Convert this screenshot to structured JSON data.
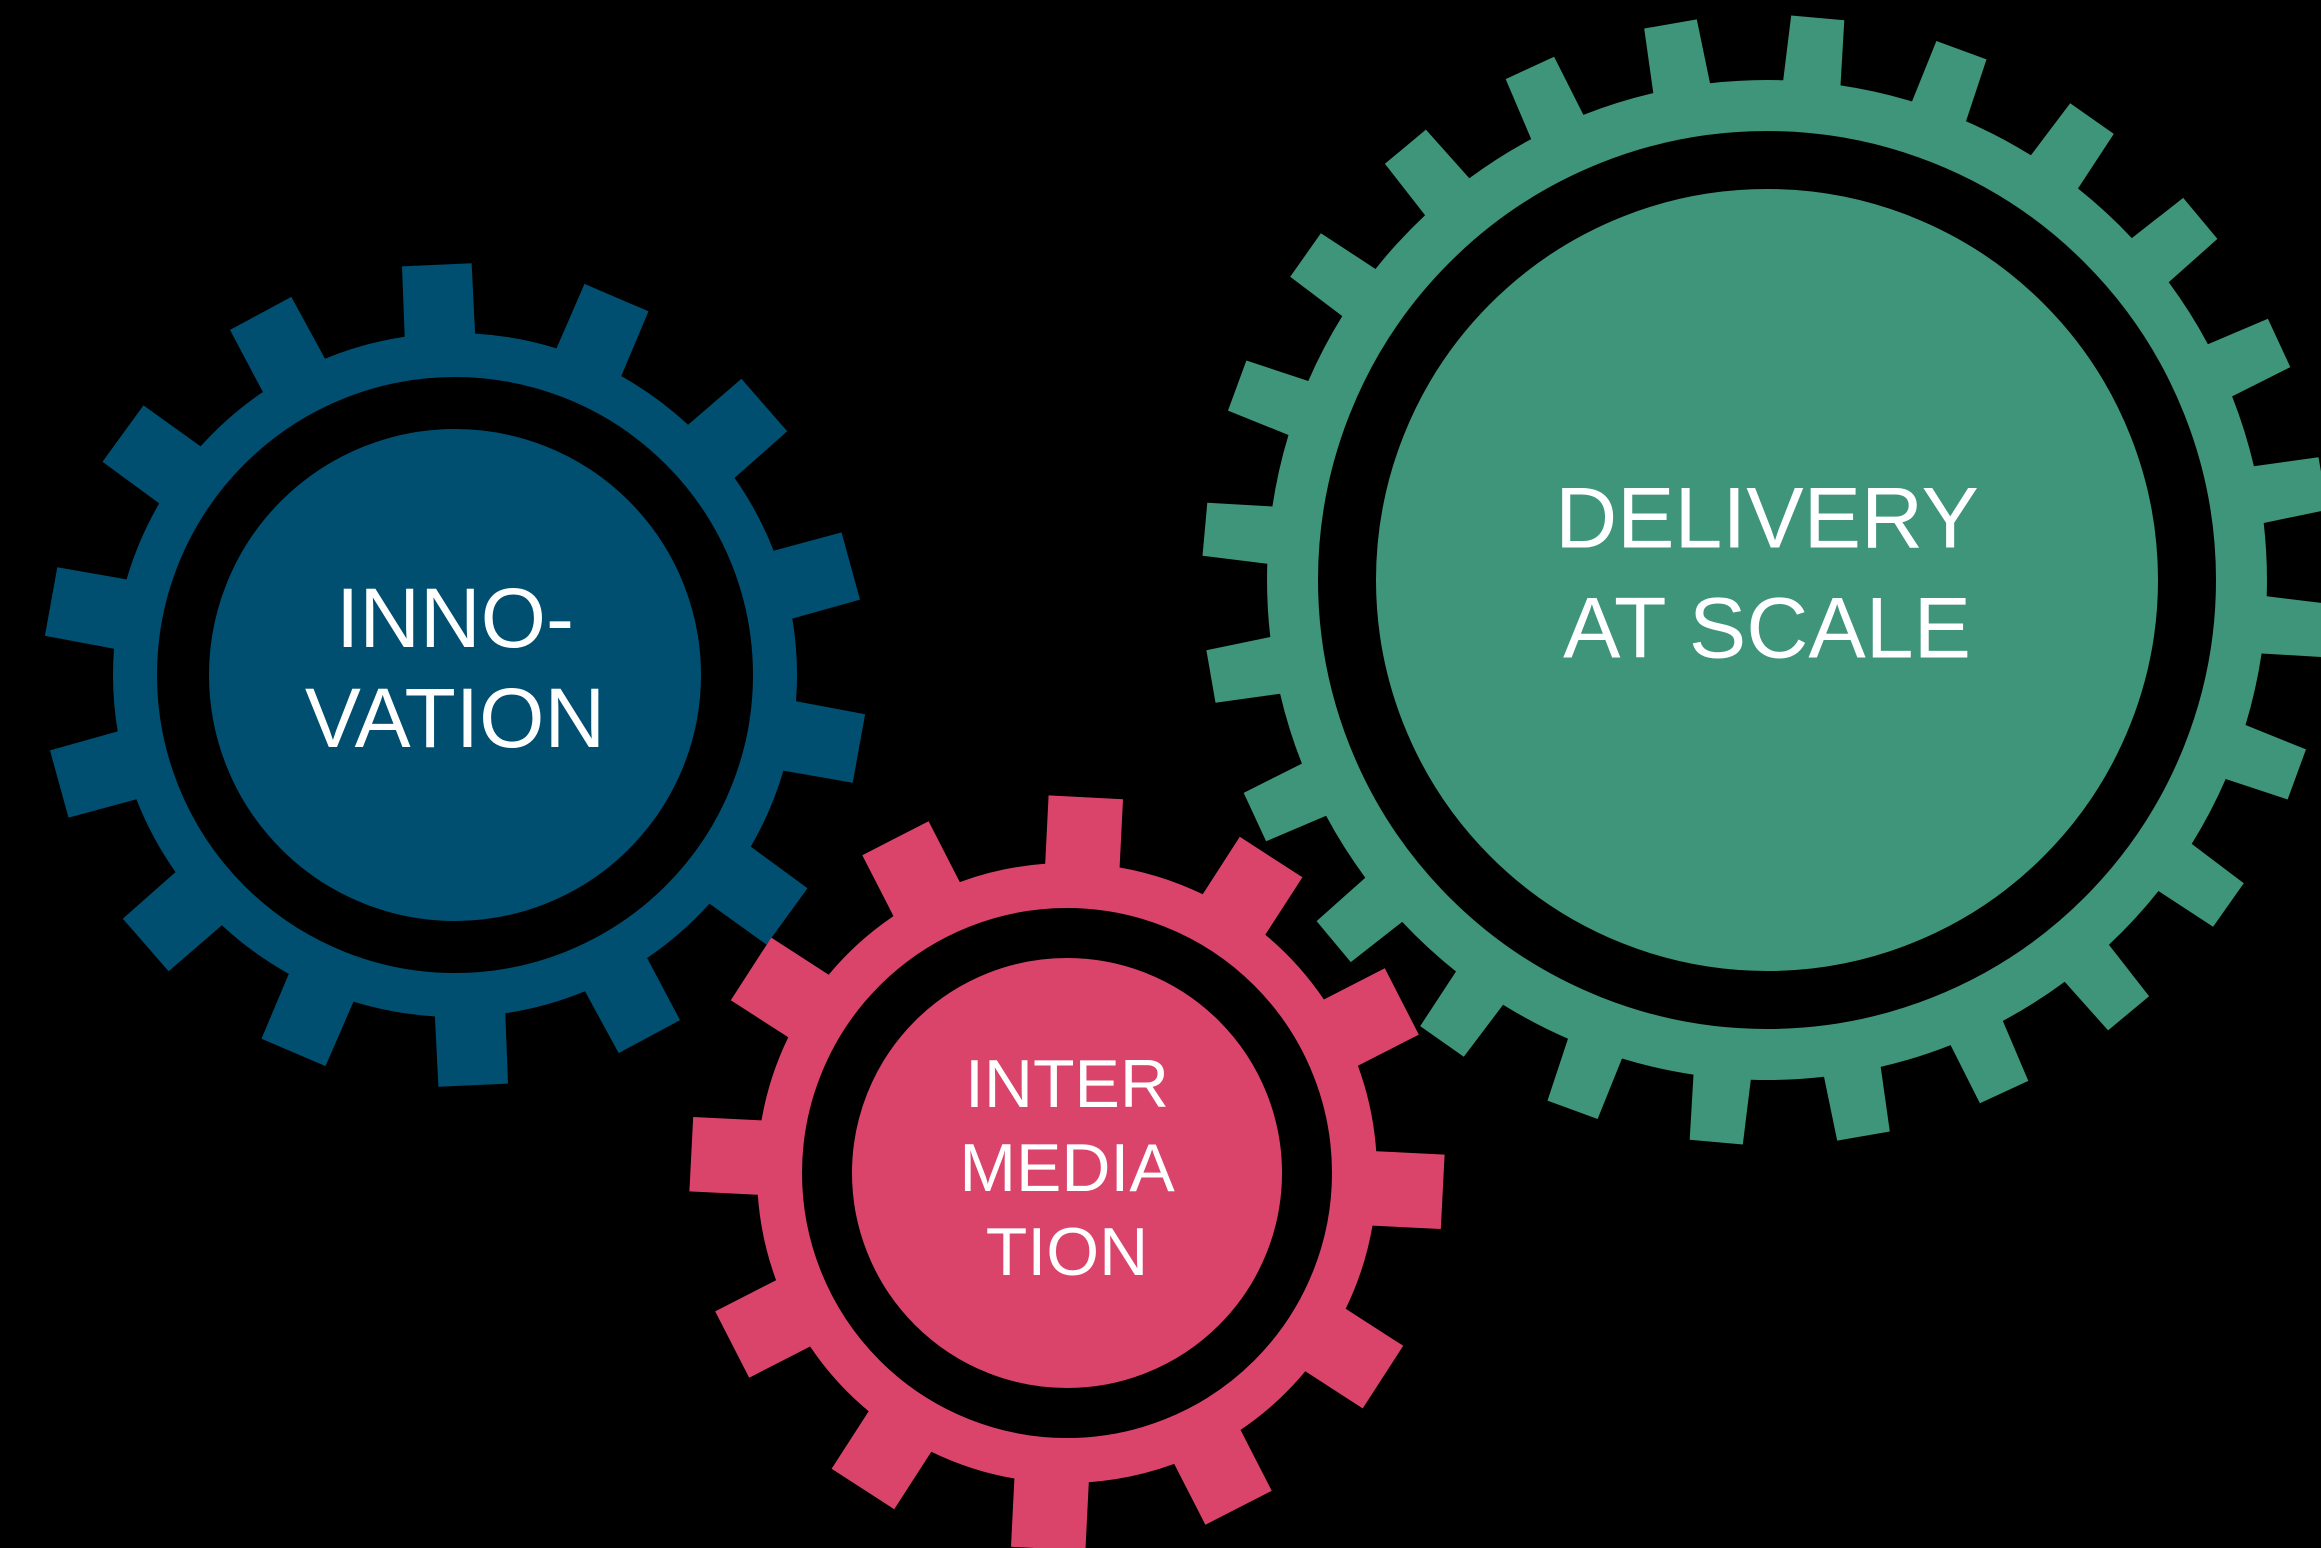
{
  "colors": {
    "background": "#000000",
    "ring": "#000000",
    "text": "#ffffff",
    "innovation": "#004f71",
    "intermediation": "#db446a",
    "delivery": "#3f957a"
  },
  "gears": [
    {
      "id": "innovation",
      "teeth": 14,
      "label_lines": [
        "INNO-",
        "VATION"
      ]
    },
    {
      "id": "intermediation",
      "teeth": 12,
      "label_lines": [
        "INTER",
        "MEDIA",
        "TION"
      ]
    },
    {
      "id": "delivery",
      "teeth": 24,
      "label_lines": [
        "DELIVERY",
        "AT SCALE"
      ]
    }
  ]
}
